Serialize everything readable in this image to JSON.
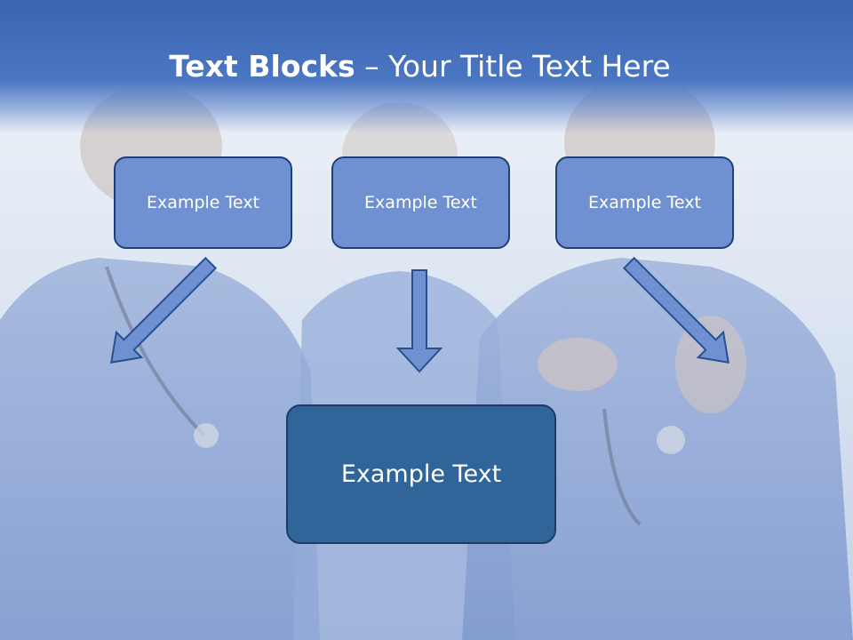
{
  "slide": {
    "title_bold": "Text Blocks",
    "title_dash": " – ",
    "title_rest": "Your Title Text Here"
  },
  "blocks": [
    {
      "label": "Example Text"
    },
    {
      "label": "Example Text"
    },
    {
      "label": "Example Text"
    }
  ],
  "main_block": {
    "label": "Example Text"
  },
  "colors": {
    "header": "#3b64b2",
    "block_fill": "#6f91d2",
    "main_fill": "#2f6598",
    "arrow": "#6f91d2",
    "outline": "#1f3f7a"
  },
  "background_image": "photo of three medical staff in blue scrubs with stethoscopes"
}
